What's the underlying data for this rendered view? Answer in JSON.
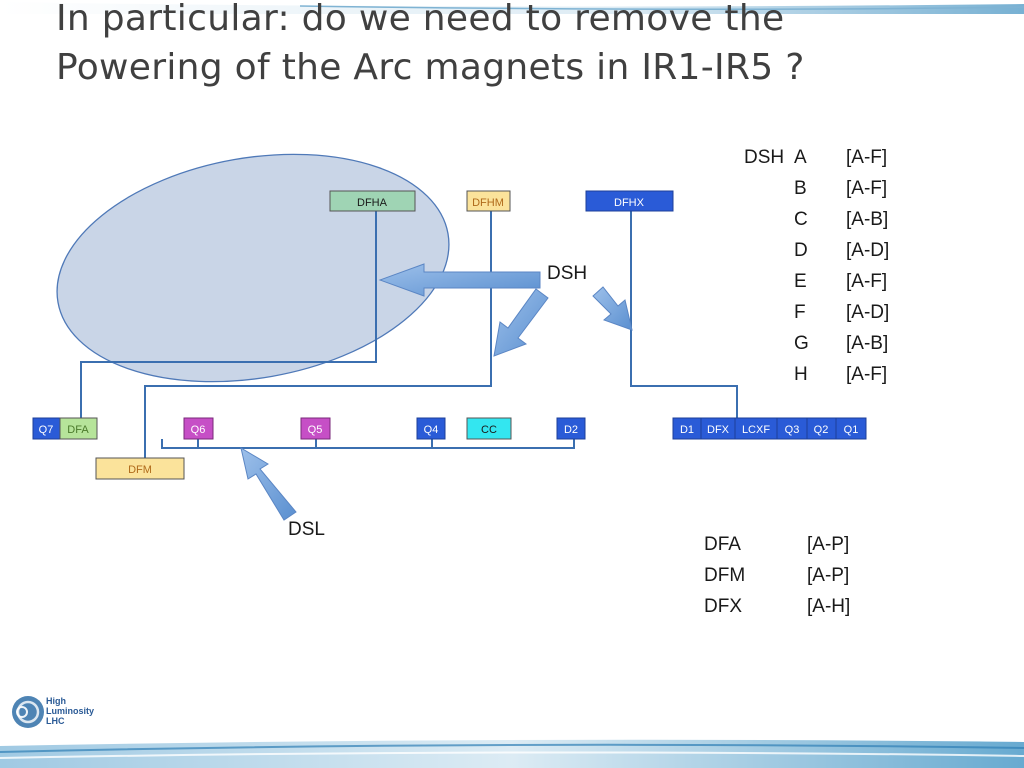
{
  "slide": {
    "title_line1": "In particular: do we need to remove the",
    "title_line2": "Powering of the Arc magnets in IR1-IR5 ?"
  },
  "diagram": {
    "boxes": {
      "dfha": "DFHA",
      "dfhm": "DFHM",
      "dfhx": "DFHX",
      "q7": "Q7",
      "dfa": "DFA",
      "q6": "Q6",
      "q5": "Q5",
      "q4": "Q4",
      "cc": "CC",
      "d2": "D2",
      "dfm": "DFM",
      "d1": "D1",
      "dfx": "DFX",
      "lcxf": "LCXF",
      "q3": "Q3",
      "q2": "Q2",
      "q1": "Q1"
    },
    "labels": {
      "dsh": "DSH",
      "dsl": "DSL"
    }
  },
  "dsh_table": {
    "heading": "DSH",
    "rows": [
      {
        "id": "A",
        "range": "[A-F]"
      },
      {
        "id": "B",
        "range": "[A-F]"
      },
      {
        "id": "C",
        "range": "[A-B]"
      },
      {
        "id": "D",
        "range": "[A-D]"
      },
      {
        "id": "E",
        "range": "[A-F]"
      },
      {
        "id": "F",
        "range": "[A-D]"
      },
      {
        "id": "G",
        "range": "[A-B]"
      },
      {
        "id": "H",
        "range": "[A-F]"
      }
    ]
  },
  "df_table": {
    "rows": [
      {
        "id": "DFA",
        "range": "[A-P]"
      },
      {
        "id": "DFM",
        "range": "[A-P]"
      },
      {
        "id": "DFX",
        "range": "[A-H]"
      }
    ]
  },
  "logo": {
    "line1": "High",
    "line2": "Luminosity",
    "line3": "LHC"
  },
  "colors": {
    "blue_box": "#2a5bd7",
    "green_box": "#9fd4b4",
    "yellow_box": "#fbe39b",
    "magenta_box": "#c64fc6",
    "cyan_box": "#33e6f0",
    "line": "#3b6fb0",
    "ellipse_fill": "#b7c7df",
    "arrow": "#6f9fd8"
  }
}
